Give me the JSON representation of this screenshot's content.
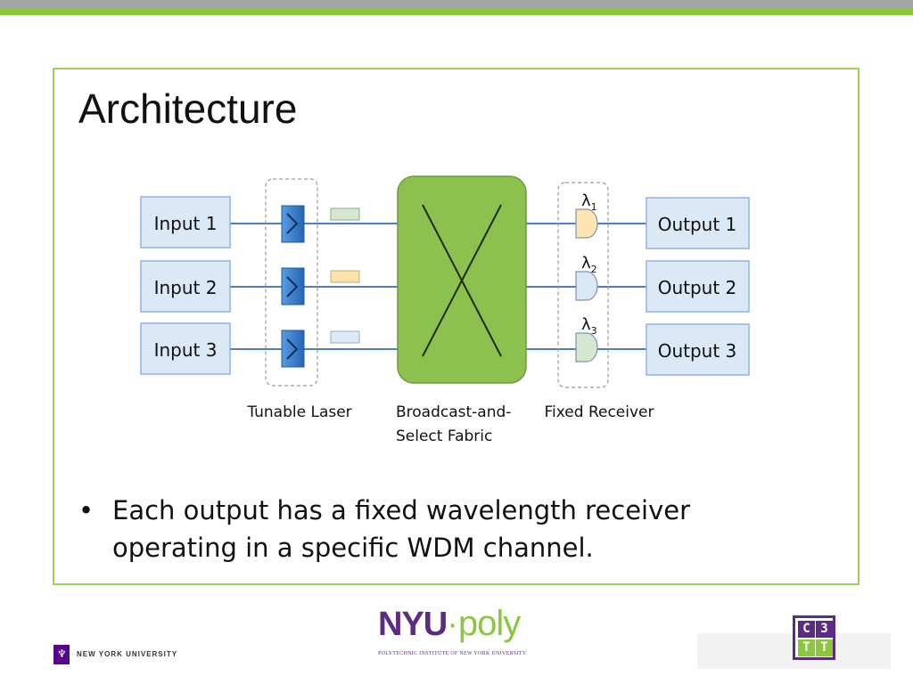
{
  "slide": {
    "title": "Architecture",
    "bullet": "Each output has a fixed wavelength receiver operating in a specific WDM channel."
  },
  "diagram": {
    "inputs": [
      "Input 1",
      "Input 2",
      "Input 3"
    ],
    "outputs": [
      "Output 1",
      "Output 2",
      "Output 3"
    ],
    "wavelengths": [
      {
        "symbol": "λ",
        "subscript": "1"
      },
      {
        "symbol": "λ",
        "subscript": "2"
      },
      {
        "symbol": "λ",
        "subscript": "3"
      }
    ],
    "captions": {
      "laser": "Tunable Laser",
      "fabric_line1": "Broadcast-and-",
      "fabric_line2": "Select Fabric",
      "receiver": "Fixed Receiver"
    },
    "colors": {
      "io_box_fill": "#dbe8f6",
      "io_box_stroke": "#8eb4e0",
      "line": "#4f7fbd",
      "laser_fill": "#2f79c9",
      "fabric_fill": "#8cc04f",
      "signal_1": "#d5e8cf",
      "signal_2": "#fbe3ae",
      "signal_3": "#dde9f5",
      "receiver_1": "#fde5b2",
      "receiver_2": "#dbe8f6",
      "receiver_3": "#d5e8cf"
    }
  },
  "footer": {
    "nyu_label": "NEW YORK UNIVERSITY",
    "poly_logo_nyu": "NYU",
    "poly_logo_dot": "·",
    "poly_logo_poly": "poly",
    "poly_subtitle": "POLYTECHNIC INSTITUTE OF NEW YORK UNIVERSITY",
    "cat_logo_letters": [
      "C",
      "3",
      "T",
      "T"
    ]
  }
}
